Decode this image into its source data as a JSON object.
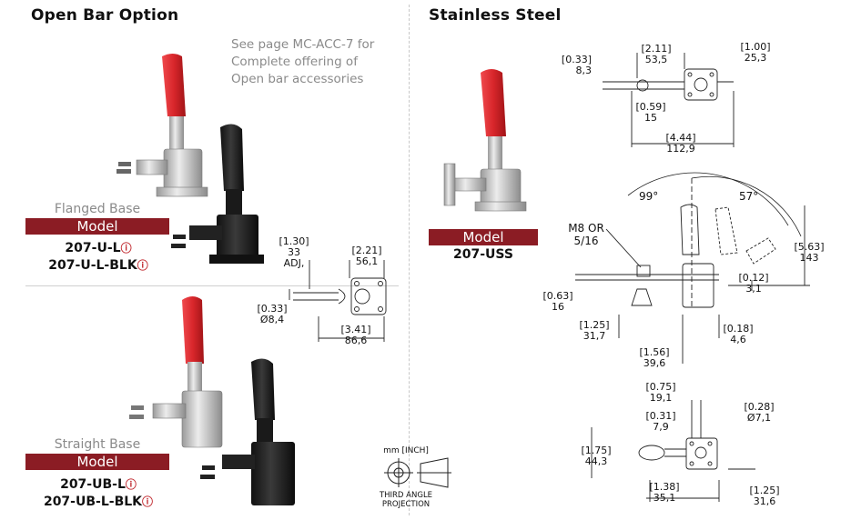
{
  "open_bar": {
    "title": "Open Bar Option",
    "note_lines": [
      "See page MC-ACC-7 for",
      "Complete offering of",
      "Open bar accessories"
    ],
    "flanged": {
      "base_label": "Flanged Base",
      "model_label": "Model",
      "model_1": "207-U-L",
      "model_2": "207-U-L-BLK"
    },
    "straight": {
      "base_label": "Straight Base",
      "model_label": "Model",
      "model_1": "207-UB-L",
      "model_2": "207-UB-L-BLK"
    },
    "dims": {
      "d1_in": "[1.30]",
      "d1_mm": "33",
      "d1_adj": "ADJ,",
      "d2_in": "[2.21]",
      "d2_mm": "56,1",
      "d3_in": "[0.33]",
      "d3_mm": "Ø8,4",
      "d4_in": "[3.41]",
      "d4_mm": "86,6"
    }
  },
  "projection": {
    "units": "mm [INCH]",
    "line1": "THIRD ANGLE",
    "line2": "PROJECTION"
  },
  "stainless": {
    "title": "Stainless Steel",
    "model_label": "Model",
    "model": "207-USS",
    "thread_1": "M8 OR",
    "thread_2": "5/16",
    "angle_a": "99°",
    "angle_b": "57°",
    "top_dims": {
      "a_in": "[0.33]",
      "a_mm": "8,3",
      "b_in": "[2.11]",
      "b_mm": "53,5",
      "c_in": "[1.00]",
      "c_mm": "25,3",
      "d_in": "[0.59]",
      "d_mm": "15",
      "e_in": "[4.44]",
      "e_mm": "112,9"
    },
    "side_dims": {
      "a_in": "[5.63]",
      "a_mm": "143",
      "b_in": "[0.12]",
      "b_mm": "3,1",
      "c_in": "[0.63]",
      "c_mm": "16",
      "d_in": "[1.25]",
      "d_mm": "31,7",
      "e_in": "[0.18]",
      "e_mm": "4,6",
      "f_in": "[1.56]",
      "f_mm": "39,6"
    },
    "bottom_dims": {
      "a_in": "[0.75]",
      "a_mm": "19,1",
      "b_in": "[0.31]",
      "b_mm": "7,9",
      "c_in": "[0.28]",
      "c_mm": "Ø7,1",
      "d_in": "[1.75]",
      "d_mm": "44,3",
      "e_in": "[1.38]",
      "e_mm": "35,1",
      "f_in": "[1.25]",
      "f_mm": "31,6"
    }
  },
  "colors": {
    "accent": "#8b1c24",
    "handle_red": "#d8262b",
    "info_red": "#c0282e"
  },
  "icons": {
    "info": "info-circle-icon"
  }
}
